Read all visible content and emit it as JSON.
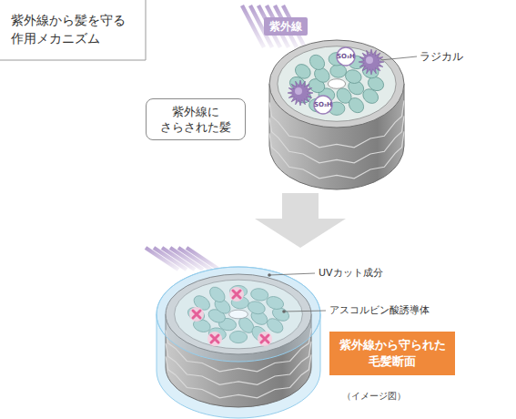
{
  "diagram": {
    "title": "紫外線から髪を守る 作用メカニズム",
    "caption": "（イメージ図）",
    "nodes": [
      {
        "text": [
          "紫外線"
        ]
      },
      {
        "text": [
          "紫外線に さらされた髪"
        ]
      },
      {
        "text": [
          "紫外線から守られた 毛髪断面"
        ]
      }
    ],
    "labels": [
      "SO₃H",
      "ラジカル",
      "SO₃H",
      "UVカット成分",
      "アスコルビン酸誘導体"
    ]
  }
}
